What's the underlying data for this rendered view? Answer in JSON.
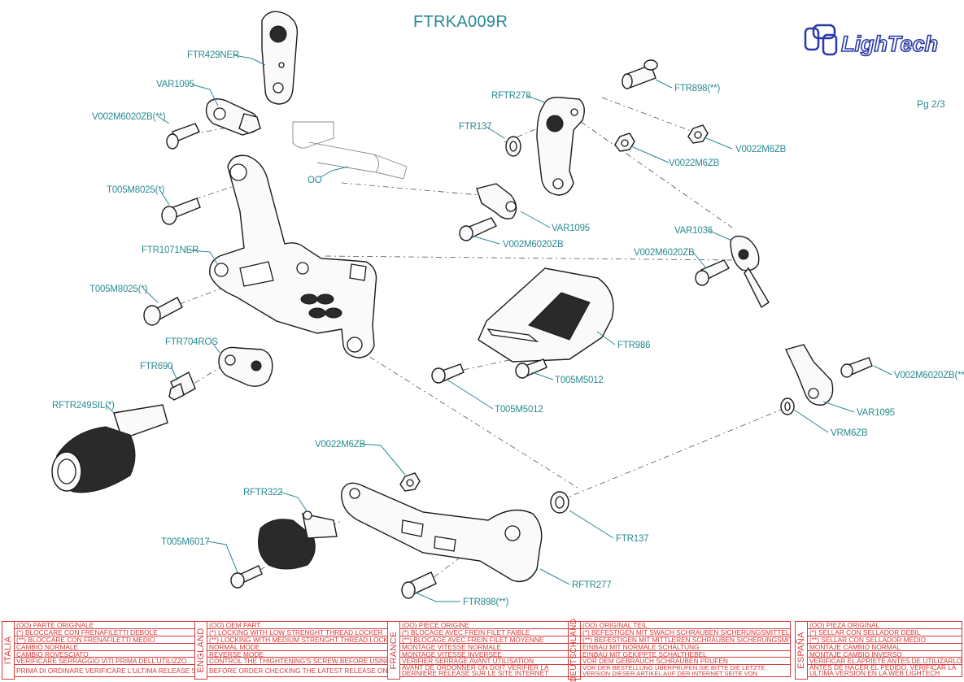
{
  "title": "FTRKA009R",
  "page_number": "Pg 2/3",
  "brand": "LighTech",
  "callouts": [
    {
      "id": "ftr429ner",
      "label": "FTR429NER"
    },
    {
      "id": "var1095-top",
      "label": "VAR1095"
    },
    {
      "id": "v002m6020zb-top",
      "label": "V002M6020ZB(**)"
    },
    {
      "id": "oo",
      "label": "OO"
    },
    {
      "id": "t005m8025-a",
      "label": "T005M8025(*)"
    },
    {
      "id": "ftr1071ner",
      "label": "FTR1071NER"
    },
    {
      "id": "t005m8025-b",
      "label": "T005M8025(*)"
    },
    {
      "id": "ftr704ros",
      "label": "FTR704ROS"
    },
    {
      "id": "ftr690",
      "label": "FTR690"
    },
    {
      "id": "rftr249sil",
      "label": "RFTR249SIL(*)"
    },
    {
      "id": "rftr278",
      "label": "RFTR278"
    },
    {
      "id": "ftr137-top",
      "label": "FTR137"
    },
    {
      "id": "ftr898-top",
      "label": "FTR898(**)"
    },
    {
      "id": "v0022m6zb-a",
      "label": "V0022M6ZB"
    },
    {
      "id": "v0022m6zb-b",
      "label": "V0022M6ZB"
    },
    {
      "id": "var1095-mid",
      "label": "VAR1095"
    },
    {
      "id": "v002m6020zb-mid",
      "label": "V002M6020ZB"
    },
    {
      "id": "var1036",
      "label": "VAR1036"
    },
    {
      "id": "v002m6020zb-right",
      "label": "V002M6020ZB"
    },
    {
      "id": "ftr986",
      "label": "FTR986"
    },
    {
      "id": "t005m5012-a",
      "label": "T005M5012"
    },
    {
      "id": "t005m5012-b",
      "label": "T005M5012"
    },
    {
      "id": "v002m6020zb-far",
      "label": "V002M6020ZB(**)"
    },
    {
      "id": "var1095-right",
      "label": "VAR1095"
    },
    {
      "id": "vrm6zb",
      "label": "VRM6ZB"
    },
    {
      "id": "v0022m6zb-c",
      "label": "V0022M6ZB"
    },
    {
      "id": "rftr322",
      "label": "RFTR322"
    },
    {
      "id": "t005m6017",
      "label": "T005M6017"
    },
    {
      "id": "ftr137-bottom",
      "label": "FTR137"
    },
    {
      "id": "rftr277",
      "label": "RFTR277"
    },
    {
      "id": "ftr898-bottom",
      "label": "FTR898(**)"
    }
  ],
  "legend": [
    {
      "country": "ITALIA",
      "rows": [
        "(OO) PARTE ORIGINALE",
        "(*)   BLOCCARE CON FRENAFILETTI DEBOLE",
        "(**)  BLOCCARE CON FRENAFILETTI MEDIO",
        "CAMBIO NORMALE",
        "CAMBIO ROVESCIATO",
        "VERIFICARE SERRAGGIO VITI PRIMA DELL'UTILIZZO",
        "PRIMA DI ORDINARE VERIFICARE L'ULTIMA RELEASE SUL SITO"
      ]
    },
    {
      "country": "ENGLAND",
      "rows": [
        "(OO) OEM PART",
        "(*)   LOCKING WITH LOW STRENGHT THREAD LOCKER",
        "(**)  LOCKING WITH MEDIUM STRENGHT THREAD LOCKER",
        "NORMAL MODE",
        "REVERSE MODE",
        "CONTROL THE THIGHTENING'S SCREW BEFORE USING",
        "BEFORE ORDER CHECKING THE LATEST RELEASE ON WEBSITE"
      ]
    },
    {
      "country": "FRANCE",
      "rows": [
        "(OO) PIECE ORIGINE",
        "(*)   BLOCAGE AVEC FREIN FILET FAIBLE",
        "(**)  BLOCAGE AVEC FREIN FILET MOYENNE",
        "MONTAGE VITESSE NORMALE",
        "MONTAGE VITESSE INVERSEE",
        "VERIFIER SERRAGE AVANT UTILISATION",
        "AVANT DE ORDONNER ON DOIT VERIFIER LA DERNIERE RELEASE SUR LE SITE INTERNET"
      ]
    },
    {
      "country": "DEUTSCHLAND",
      "rows": [
        "(OO) ORIGINAL TEIL",
        "(*)   BEFESTIGEN MIT SWACH SCHRAUBEN SICHERUNGSMITTEL",
        "(**)  BEFESTIGEN MIT MITTLEREN SCHRAUBEN SICHERUNGSMITTEL",
        "EINBAU MIT NORMALE SCHALTUNG",
        "EINBAU MIT GEKIPPTE SCHALTHEBEL",
        "VOR DEM GEBRAUCH SCHRAUBEN PRUFEN",
        "VOR DER BESTELLUNG UBERPRUFEN SIE BITTE DIE LETZTE VERSION DIESER ARTIKEL AUF DER INTERNET SEITE VON LIGHTECH"
      ]
    },
    {
      "country": "ESPAÑA",
      "rows": [
        "(OO) PIEZA ORIGINAL",
        "(*)   SELLAR CON SELLADOR DEBIL",
        "(**)  SELLAR CON SELLADOR MEDIO",
        "MONTAJE  CAMBIO NORMAL",
        "MONTAJE CAMBIO INVERSO",
        "VERIFICAR EL APRIETE ANTES DE UTILIZARLO",
        "ANTES DE HACER EL PEDIDO, VERIFICAR LA ULTIMA VERSION EN LA WEB LIGHTECH"
      ]
    }
  ],
  "colors": {
    "accent": "#2a8a93",
    "legend": "#d63a3a",
    "ink": "#1a1a1a"
  }
}
